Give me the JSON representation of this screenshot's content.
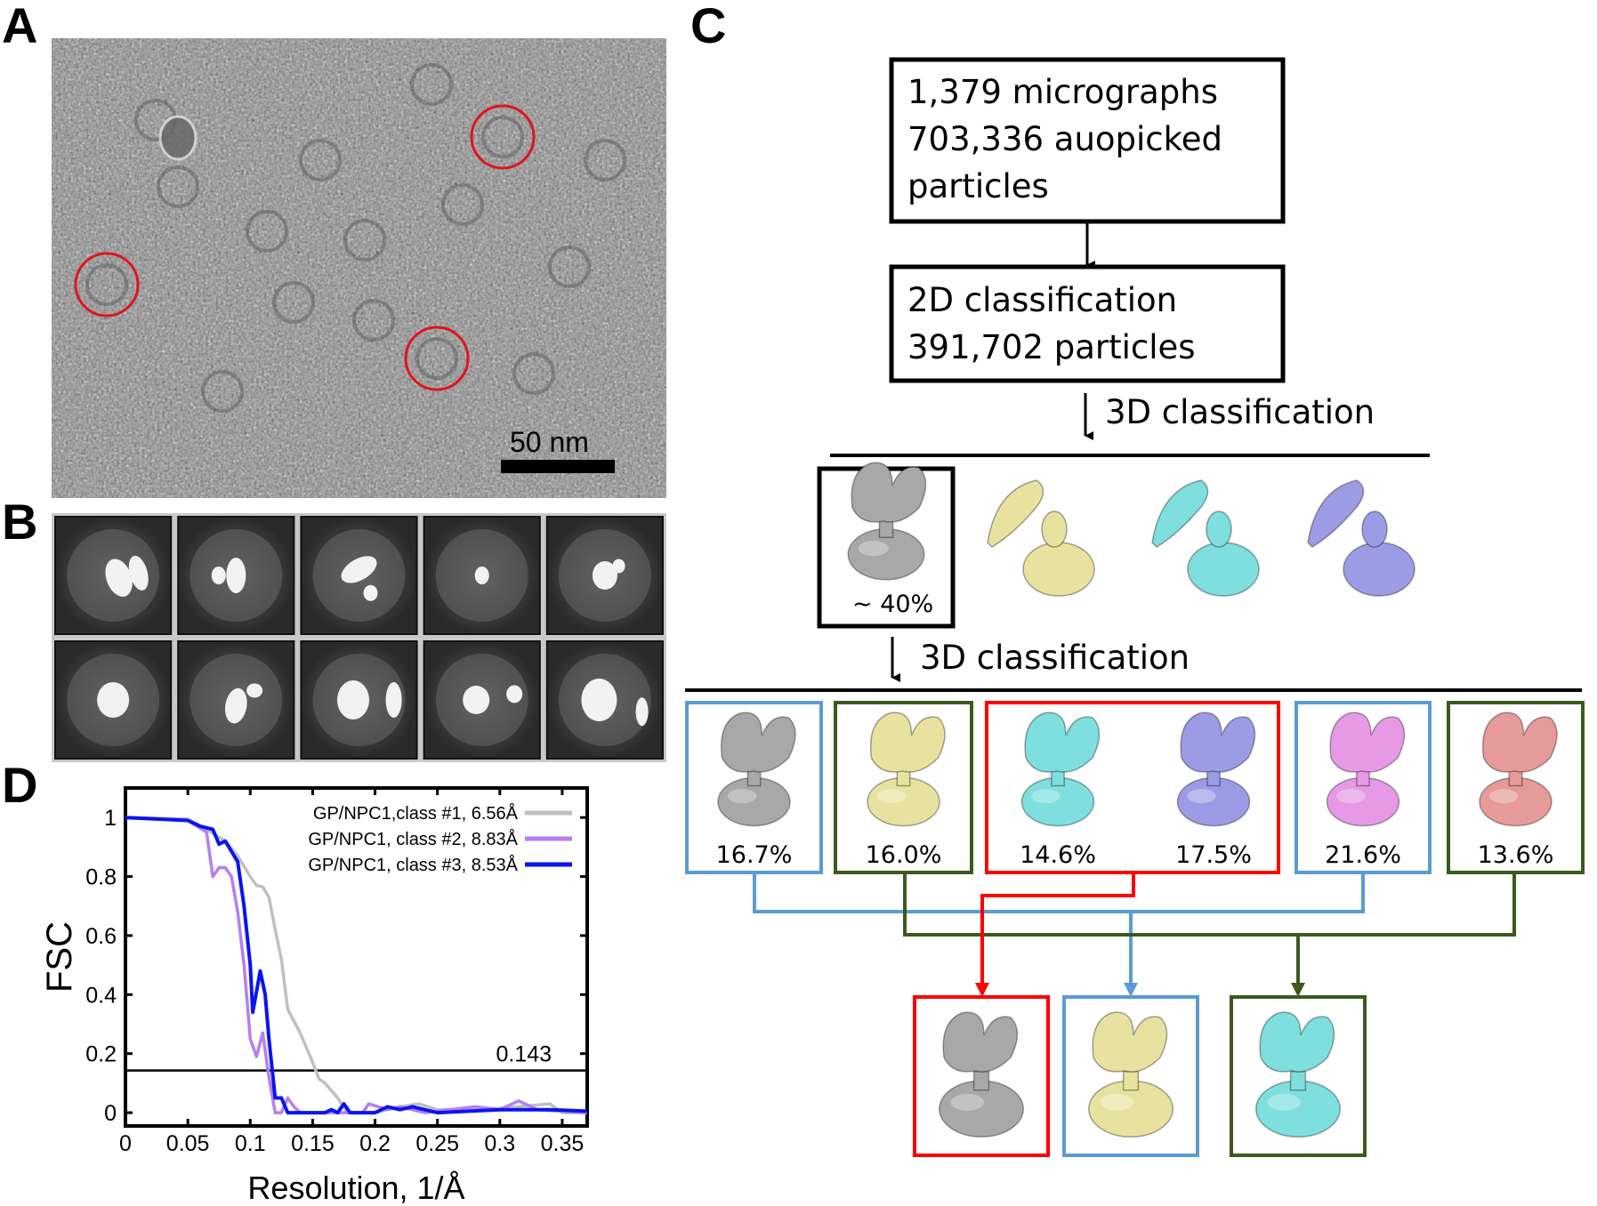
{
  "panel_labels": {
    "a": "A",
    "b": "B",
    "c": "C",
    "d": "D"
  },
  "micrograph": {
    "scale_bar_label": "50 nm",
    "circle_color": "#e0141e",
    "picked_particles": 3
  },
  "class_averages": {
    "rows": 2,
    "cols": 5
  },
  "flowchart": {
    "box1": {
      "lines": [
        "1,379 micrographs",
        "703,336 auopicked",
        "particles"
      ]
    },
    "box2": {
      "lines": [
        "2D classification",
        "391,702 particles"
      ]
    },
    "step1_label": "3D classification",
    "step2_label": "3D classification",
    "first_round": {
      "selected_pct": "~ 40%",
      "colors": [
        "#a8a8a8",
        "#e8e2a0",
        "#7fdede",
        "#9c9ce6"
      ]
    },
    "second_round": [
      {
        "pct": "16.7%",
        "color": "#a8a8a8",
        "group": "blue"
      },
      {
        "pct": "16.0%",
        "color": "#e8e2a0",
        "group": "green"
      },
      {
        "pct": "14.6%",
        "color": "#7fdede",
        "group": "red"
      },
      {
        "pct": "17.5%",
        "color": "#9c9ce6",
        "group": "red"
      },
      {
        "pct": "21.6%",
        "color": "#e69ae6",
        "group": "blue"
      },
      {
        "pct": "13.6%",
        "color": "#e69a9a",
        "group": "green"
      }
    ],
    "group_colors": {
      "blue": "#5b9bd5",
      "green": "#3a5a1e",
      "red": "#ff0000"
    },
    "final": [
      {
        "group": "red",
        "color": "#a8a8a8"
      },
      {
        "group": "blue",
        "color": "#e8e2a0"
      },
      {
        "group": "green",
        "color": "#7fdede"
      }
    ]
  },
  "chart_data": {
    "type": "line",
    "title": "",
    "xlabel": "Resolution, 1/Å",
    "ylabel": "FSC",
    "xlim": [
      0,
      0.37
    ],
    "ylim": [
      -0.045,
      1.1
    ],
    "xticks": [
      "0",
      "0.05",
      "0.1",
      "0.15",
      "0.2",
      "0.25",
      "0.3",
      "0.35"
    ],
    "yticks": [
      "0",
      "0.2",
      "0.4",
      "0.6",
      "0.8",
      "1"
    ],
    "threshold": {
      "value": 0.143,
      "label": "0.143"
    },
    "legend_position": "top-right",
    "series": [
      {
        "name": "GP/NPC1,class #1, 6.56Å",
        "color": "#c0c0c0",
        "points": [
          [
            0,
            1
          ],
          [
            0.05,
            0.995
          ],
          [
            0.065,
            0.96
          ],
          [
            0.08,
            0.92
          ],
          [
            0.09,
            0.87
          ],
          [
            0.1,
            0.8
          ],
          [
            0.105,
            0.77
          ],
          [
            0.11,
            0.765
          ],
          [
            0.115,
            0.73
          ],
          [
            0.12,
            0.62
          ],
          [
            0.125,
            0.52
          ],
          [
            0.13,
            0.35
          ],
          [
            0.14,
            0.27
          ],
          [
            0.15,
            0.17
          ],
          [
            0.155,
            0.115
          ],
          [
            0.16,
            0.1
          ],
          [
            0.17,
            0.05
          ],
          [
            0.178,
            0.0
          ],
          [
            0.2,
            0.0
          ],
          [
            0.22,
            0.02
          ],
          [
            0.235,
            0.03
          ],
          [
            0.25,
            0.01
          ],
          [
            0.3,
            0.015
          ],
          [
            0.34,
            0.03
          ],
          [
            0.35,
            0.0
          ],
          [
            0.37,
            0.0
          ]
        ]
      },
      {
        "name": "GP/NPC1, class #2, 8.83Å",
        "color": "#b57ff0",
        "points": [
          [
            0,
            1
          ],
          [
            0.05,
            0.99
          ],
          [
            0.065,
            0.95
          ],
          [
            0.07,
            0.8
          ],
          [
            0.075,
            0.83
          ],
          [
            0.08,
            0.83
          ],
          [
            0.085,
            0.8
          ],
          [
            0.09,
            0.68
          ],
          [
            0.095,
            0.5
          ],
          [
            0.1,
            0.25
          ],
          [
            0.105,
            0.19
          ],
          [
            0.11,
            0.27
          ],
          [
            0.115,
            0.12
          ],
          [
            0.12,
            0.0
          ],
          [
            0.125,
            0.0
          ],
          [
            0.13,
            0.05
          ],
          [
            0.135,
            0.02
          ],
          [
            0.14,
            0.0
          ],
          [
            0.19,
            0.0
          ],
          [
            0.195,
            0.03
          ],
          [
            0.21,
            0.01
          ],
          [
            0.22,
            0.02
          ],
          [
            0.24,
            0.0
          ],
          [
            0.28,
            0.02
          ],
          [
            0.3,
            0.01
          ],
          [
            0.315,
            0.04
          ],
          [
            0.33,
            0.01
          ],
          [
            0.37,
            0.0
          ]
        ]
      },
      {
        "name": "GP/NPC1, class #3, 8.53Å",
        "color": "#0a14f0",
        "points": [
          [
            0,
            1
          ],
          [
            0.05,
            0.99
          ],
          [
            0.06,
            0.97
          ],
          [
            0.07,
            0.96
          ],
          [
            0.075,
            0.91
          ],
          [
            0.08,
            0.92
          ],
          [
            0.09,
            0.85
          ],
          [
            0.095,
            0.7
          ],
          [
            0.1,
            0.5
          ],
          [
            0.102,
            0.34
          ],
          [
            0.108,
            0.48
          ],
          [
            0.112,
            0.4
          ],
          [
            0.115,
            0.25
          ],
          [
            0.12,
            0.05
          ],
          [
            0.125,
            0.05
          ],
          [
            0.13,
            0.0
          ],
          [
            0.16,
            0.0
          ],
          [
            0.165,
            0.01
          ],
          [
            0.17,
            0.0
          ],
          [
            0.175,
            0.03
          ],
          [
            0.18,
            0.0
          ],
          [
            0.2,
            0.0
          ],
          [
            0.21,
            0.02
          ],
          [
            0.22,
            0.01
          ],
          [
            0.23,
            0.02
          ],
          [
            0.25,
            0.0
          ],
          [
            0.3,
            0.01
          ],
          [
            0.34,
            0.01
          ],
          [
            0.37,
            0.005
          ]
        ]
      }
    ]
  }
}
